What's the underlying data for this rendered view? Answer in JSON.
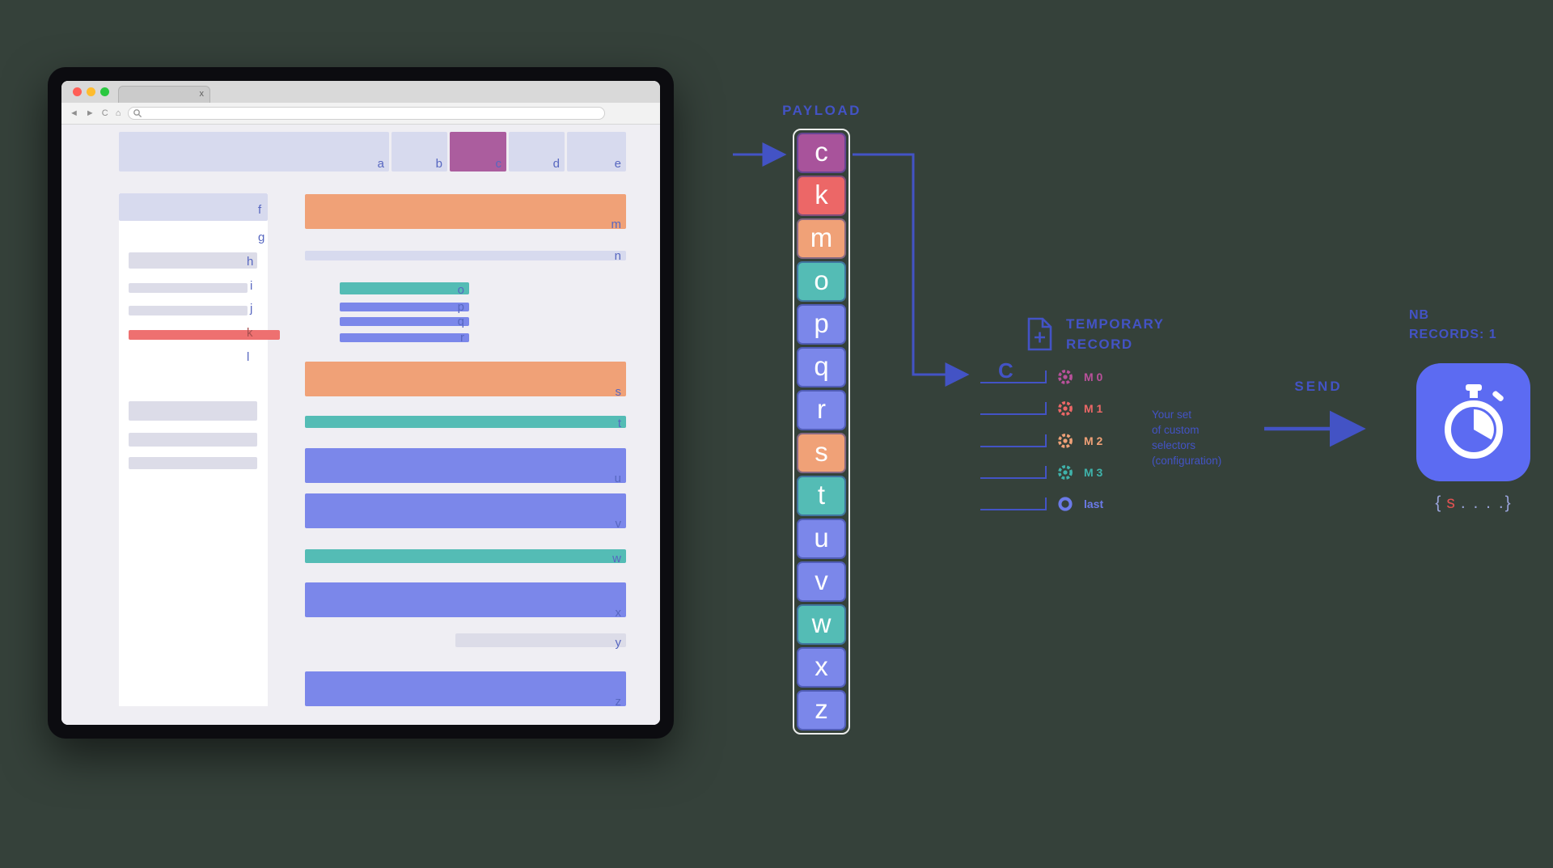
{
  "colors": {
    "background": "#35413a",
    "diagram_blue": "#4353c5",
    "wireframe_label": "#5767c0",
    "orange": "#f0a177",
    "teal": "#54bcb5",
    "blue": "#7b87ea",
    "lavender": "#d7daee",
    "purple": "#ab5d9e",
    "red": "#ee7070"
  },
  "browser": {
    "tab_close_label": "x",
    "nav": {
      "back": "◄",
      "forward": "►",
      "reload": "C",
      "home": "⌂"
    }
  },
  "wireframe": {
    "header_labels": [
      "a",
      "b",
      "c",
      "d",
      "e"
    ],
    "sidebar_labels": [
      "f",
      "g",
      "h",
      "i",
      "j",
      "k",
      "l"
    ],
    "content_labels": [
      "m",
      "n",
      "o",
      "p",
      "q",
      "r",
      "s",
      "t",
      "u",
      "v",
      "w",
      "x",
      "y",
      "z"
    ]
  },
  "payload": {
    "title": "PAYLOAD",
    "tiles": [
      {
        "letter": "c",
        "color": "#a8539b"
      },
      {
        "letter": "k",
        "color": "#ec6767"
      },
      {
        "letter": "m",
        "color": "#f0a177"
      },
      {
        "letter": "o",
        "color": "#54bcb5"
      },
      {
        "letter": "p",
        "color": "#7b87ea"
      },
      {
        "letter": "q",
        "color": "#7b87ea"
      },
      {
        "letter": "r",
        "color": "#7b87ea"
      },
      {
        "letter": "s",
        "color": "#f0a177"
      },
      {
        "letter": "t",
        "color": "#54bcb5"
      },
      {
        "letter": "u",
        "color": "#7b87ea"
      },
      {
        "letter": "v",
        "color": "#7b87ea"
      },
      {
        "letter": "w",
        "color": "#54bcb5"
      },
      {
        "letter": "x",
        "color": "#7b87ea"
      },
      {
        "letter": "z",
        "color": "#7b87ea"
      }
    ]
  },
  "temporary_record": {
    "title_line1": "TEMPORARY",
    "title_line2": "RECORD",
    "record_letter": "C",
    "selectors": [
      {
        "label": "M 0",
        "color": "#b9519b"
      },
      {
        "label": "M 1",
        "color": "#ec6767"
      },
      {
        "label": "M 2",
        "color": "#f0a177"
      },
      {
        "label": "M 3",
        "color": "#3fb3ab"
      },
      {
        "label": "last",
        "color": "#6b7ae8"
      }
    ],
    "note_lines": [
      "Your set",
      "of custom",
      "selectors",
      "(configuration)"
    ]
  },
  "send": {
    "label": "SEND"
  },
  "nb_records": {
    "title_line1": "NB",
    "title_line2": "RECORDS: 1",
    "record_preview": {
      "open": "{",
      "key": "s",
      "dots": ". . . .",
      "close": "}"
    }
  }
}
